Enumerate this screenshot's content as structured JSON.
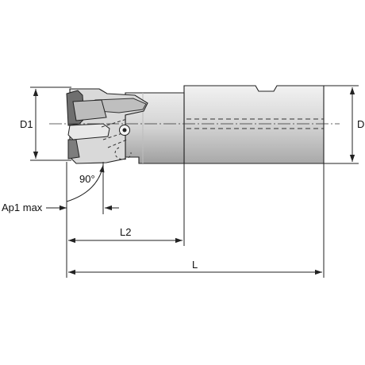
{
  "labels": {
    "d1": "D1",
    "d": "D",
    "angle": "90°",
    "ap1": "Ap1 max",
    "l2": "L2",
    "l": "L"
  },
  "colors": {
    "body_light": "#e2e2e2",
    "body_mid": "#cfcfcf",
    "body_dark": "#a8a8a8",
    "shank": "#d4d4d4",
    "line": "#222222",
    "background": "#ffffff"
  },
  "icons": {
    "insert": "indexable-insert-icon",
    "screw": "clamp-screw-icon",
    "arrow": "dimension-arrow-icon"
  }
}
